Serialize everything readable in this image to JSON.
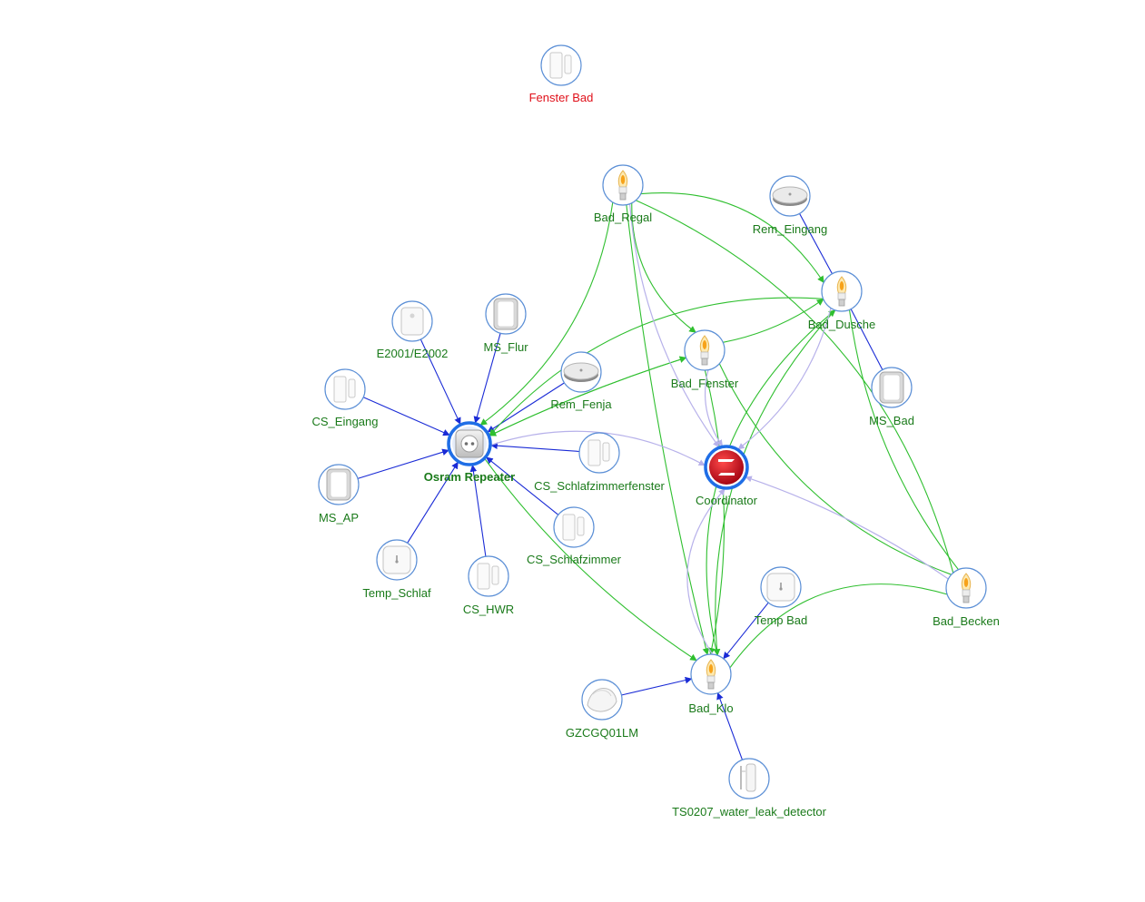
{
  "colors": {
    "background": "#ffffff",
    "node_border": "#5b8fd6",
    "label_online": "#1a7a1a",
    "label_offline": "#e0101a",
    "link_direct": "#1a2bd6",
    "link_route": "#2fbf2f",
    "link_coordinator": "#b7b1ea",
    "coordinator_red": "#d0101e"
  },
  "nodes": [
    {
      "id": "fenster_bad",
      "label": "Fenster Bad",
      "icon": "door-window-sensor-icon",
      "status": "offline"
    },
    {
      "id": "bad_regal",
      "label": "Bad_Regal",
      "icon": "led-bulb-icon",
      "status": "online"
    },
    {
      "id": "rem_eingang",
      "label": "Rem_Eingang",
      "icon": "round-remote-icon",
      "status": "online"
    },
    {
      "id": "bad_dusche",
      "label": "Bad_Dusche",
      "icon": "led-bulb-icon",
      "status": "online"
    },
    {
      "id": "ms_bad",
      "label": "MS_Bad",
      "icon": "motion-sensor-icon",
      "status": "online"
    },
    {
      "id": "e2001",
      "label": "E2001/E2002",
      "icon": "remote-button-icon",
      "status": "online"
    },
    {
      "id": "ms_flur",
      "label": "MS_Flur",
      "icon": "motion-sensor-icon",
      "status": "online"
    },
    {
      "id": "rem_fenja",
      "label": "Rem_Fenja",
      "icon": "round-remote-icon",
      "status": "online"
    },
    {
      "id": "bad_fenster",
      "label": "Bad_Fenster",
      "icon": "led-bulb-icon",
      "status": "online"
    },
    {
      "id": "cs_eingang",
      "label": "CS_Eingang",
      "icon": "door-window-sensor-icon",
      "status": "online"
    },
    {
      "id": "osram",
      "label": "Osram Repeater",
      "icon": "smart-plug-icon",
      "status": "online",
      "kind": "router"
    },
    {
      "id": "cs_schlafzimmerfenster",
      "label": "CS_Schlafzimmerfenster",
      "icon": "door-window-sensor-icon",
      "status": "online"
    },
    {
      "id": "coordinator",
      "label": "Coordinator",
      "icon": "zigbee-coordinator-icon",
      "status": "online",
      "kind": "coordinator"
    },
    {
      "id": "ms_ap",
      "label": "MS_AP",
      "icon": "motion-sensor-icon",
      "status": "online"
    },
    {
      "id": "cs_schlafzimmer",
      "label": "CS_Schlafzimmer",
      "icon": "door-window-sensor-icon",
      "status": "online"
    },
    {
      "id": "temp_schlaf",
      "label": "Temp_Schlaf",
      "icon": "temperature-sensor-icon",
      "status": "online"
    },
    {
      "id": "cs_hwr",
      "label": "CS_HWR",
      "icon": "door-window-sensor-icon",
      "status": "online"
    },
    {
      "id": "temp_bad",
      "label": "Temp Bad",
      "icon": "temperature-sensor-icon",
      "status": "online"
    },
    {
      "id": "bad_becken",
      "label": "Bad_Becken",
      "icon": "led-bulb-icon",
      "status": "online"
    },
    {
      "id": "gzcgq01lm",
      "label": "GZCGQ01LM",
      "icon": "light-sensor-icon",
      "status": "online"
    },
    {
      "id": "bad_klo",
      "label": "Bad_Klo",
      "icon": "led-bulb-icon",
      "status": "online"
    },
    {
      "id": "ts0207",
      "label": "TS0207_water_leak_detector",
      "icon": "water-leak-sensor-icon",
      "status": "online"
    }
  ],
  "links": [
    {
      "from": "e2001",
      "to": "osram",
      "type": "direct"
    },
    {
      "from": "ms_flur",
      "to": "osram",
      "type": "direct"
    },
    {
      "from": "cs_eingang",
      "to": "osram",
      "type": "direct"
    },
    {
      "from": "ms_ap",
      "to": "osram",
      "type": "direct"
    },
    {
      "from": "temp_schlaf",
      "to": "osram",
      "type": "direct"
    },
    {
      "from": "cs_hwr",
      "to": "osram",
      "type": "direct"
    },
    {
      "from": "cs_schlafzimmer",
      "to": "osram",
      "type": "direct"
    },
    {
      "from": "cs_schlafzimmerfenster",
      "to": "osram",
      "type": "direct"
    },
    {
      "from": "rem_fenja",
      "to": "osram",
      "type": "direct"
    },
    {
      "from": "rem_eingang",
      "to": "bad_dusche",
      "type": "direct"
    },
    {
      "from": "ms_bad",
      "to": "bad_dusche",
      "type": "direct"
    },
    {
      "from": "temp_bad",
      "to": "bad_klo",
      "type": "direct"
    },
    {
      "from": "gzcgq01lm",
      "to": "bad_klo",
      "type": "direct"
    },
    {
      "from": "ts0207",
      "to": "bad_klo",
      "type": "direct"
    },
    {
      "from": "bad_regal",
      "to": "osram",
      "type": "route"
    },
    {
      "from": "bad_fenster",
      "to": "osram",
      "type": "route"
    },
    {
      "from": "osram",
      "to": "bad_fenster",
      "type": "route"
    },
    {
      "from": "bad_dusche",
      "to": "osram",
      "type": "route"
    },
    {
      "from": "osram",
      "to": "bad_klo",
      "type": "route"
    },
    {
      "from": "bad_regal",
      "to": "bad_dusche",
      "type": "route"
    },
    {
      "from": "bad_regal",
      "to": "bad_klo",
      "type": "route"
    },
    {
      "from": "bad_regal",
      "to": "bad_becken",
      "type": "route"
    },
    {
      "from": "bad_regal",
      "to": "bad_fenster",
      "type": "route"
    },
    {
      "from": "bad_fenster",
      "to": "bad_dusche",
      "type": "route"
    },
    {
      "from": "bad_fenster",
      "to": "bad_becken",
      "type": "route"
    },
    {
      "from": "bad_fenster",
      "to": "bad_klo",
      "type": "route"
    },
    {
      "from": "bad_dusche",
      "to": "bad_klo",
      "type": "route"
    },
    {
      "from": "bad_dusche",
      "to": "bad_becken",
      "type": "route"
    },
    {
      "from": "bad_klo",
      "to": "bad_becken",
      "type": "route"
    },
    {
      "from": "bad_klo",
      "to": "bad_dusche",
      "type": "route"
    },
    {
      "from": "bad_regal",
      "to": "coordinator",
      "type": "coordinator"
    },
    {
      "from": "bad_dusche",
      "to": "coordinator",
      "type": "coordinator"
    },
    {
      "from": "bad_fenster",
      "to": "coordinator",
      "type": "coordinator"
    },
    {
      "from": "bad_becken",
      "to": "coordinator",
      "type": "coordinator"
    },
    {
      "from": "bad_klo",
      "to": "coordinator",
      "type": "coordinator"
    },
    {
      "from": "osram",
      "to": "coordinator",
      "type": "coordinator"
    }
  ]
}
